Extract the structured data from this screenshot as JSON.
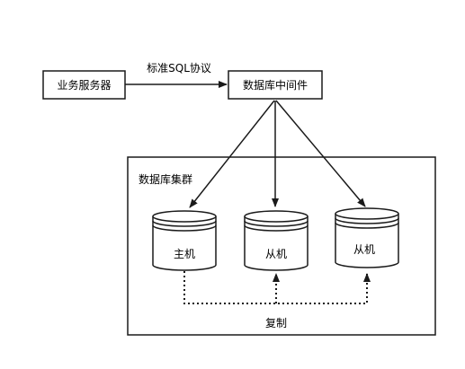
{
  "nodes": {
    "app_server": "业务服务器",
    "middleware": "数据库中间件",
    "cluster": "数据库集群",
    "master": "主机",
    "slave_1": "从机",
    "slave_2": "从机"
  },
  "edges": {
    "protocol_label": "标准SQL协议",
    "replication_label": "复制"
  },
  "colors": {
    "stroke": "#1a1a1a",
    "background": "#ffffff"
  }
}
